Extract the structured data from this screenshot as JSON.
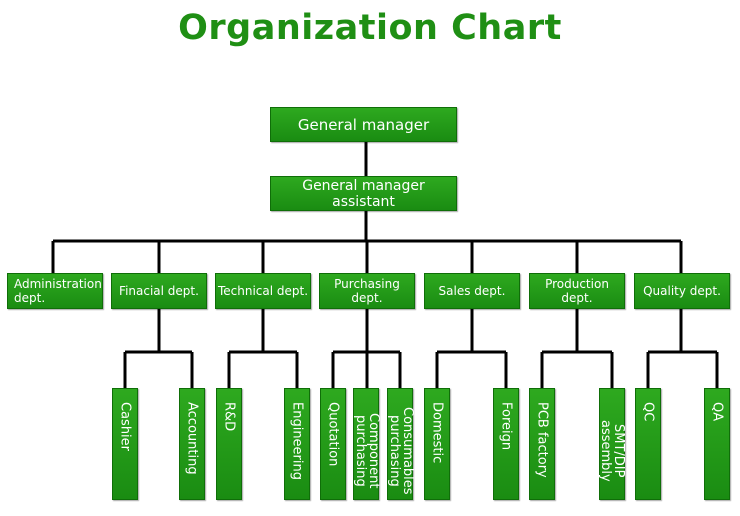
{
  "title": "Organization Chart",
  "general_manager": "General manager",
  "gm_assistant": "General manager assistant",
  "departments": [
    {
      "name": "Administration dept.",
      "children": []
    },
    {
      "name": "Finacial dept.",
      "children": [
        "Cashier",
        "Accounting"
      ]
    },
    {
      "name": "Technical dept.",
      "children": [
        "R&D",
        "Engineering"
      ]
    },
    {
      "name": "Purchasing dept.",
      "children": [
        "Quotation",
        "Component purchasing",
        "Consumables purchasing"
      ]
    },
    {
      "name": "Sales dept.",
      "children": [
        "Domestic",
        "Foreign"
      ]
    },
    {
      "name": "Production dept.",
      "children": [
        "PCB factory",
        "SMT/DIP assembly"
      ]
    },
    {
      "name": "Quality dept.",
      "children": [
        "QC",
        "QA"
      ]
    }
  ],
  "colors": {
    "title": "#1f8f14",
    "box": "#22a018",
    "border": "#0f6e08",
    "line": "#000000"
  }
}
